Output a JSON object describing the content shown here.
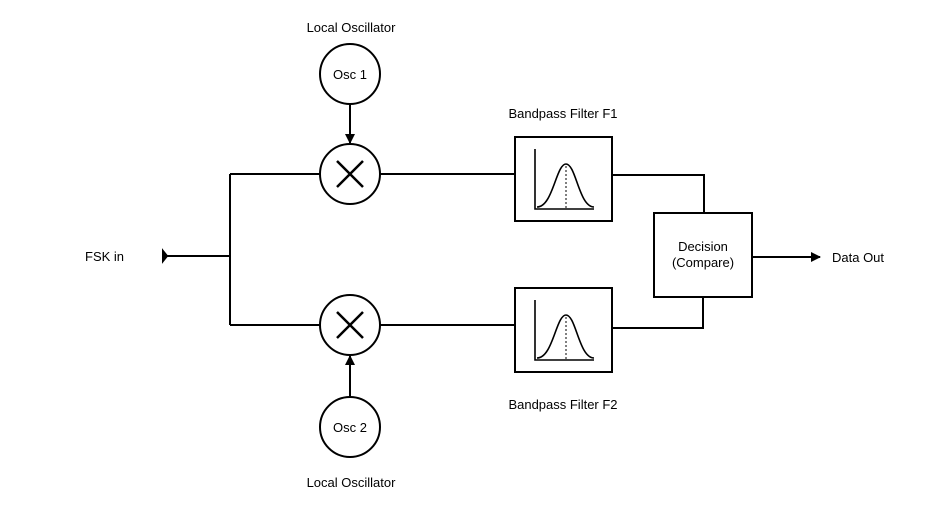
{
  "input_label": "FSK in",
  "output_label": "Data Out",
  "upper_branch": {
    "oscillator_caption": "Local Oscillator",
    "oscillator_label": "Osc 1",
    "filter_caption": "Bandpass Filter F1"
  },
  "lower_branch": {
    "oscillator_caption": "Local Oscillator",
    "oscillator_label": "Osc 2",
    "filter_caption": "Bandpass Filter F2"
  },
  "decision": {
    "line1": "Decision",
    "line2": "(Compare)"
  },
  "colors": {
    "stroke": "#000000",
    "background": "#ffffff"
  }
}
